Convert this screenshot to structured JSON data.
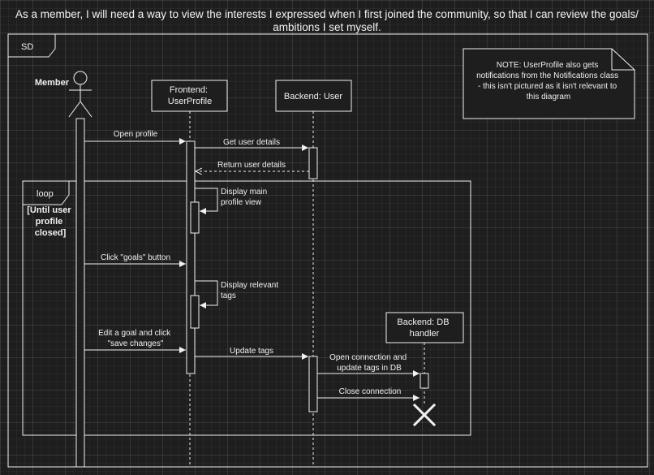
{
  "story": {
    "line1": "As a member, I will need a way to view the interests I expressed when I first joined the community, so that I can review the goals/",
    "line2": "ambitions I set myself."
  },
  "frame": {
    "label": "SD"
  },
  "actor": {
    "name": "Member"
  },
  "lifelines": {
    "frontend": {
      "line1": "Frontend:",
      "line2": "UserProfile"
    },
    "backend_user": {
      "label": "Backend: User"
    },
    "db_handler": {
      "line1": "Backend: DB",
      "line2": "handler"
    }
  },
  "note": {
    "line1": "NOTE: UserProfile also gets",
    "line2": "notifications from the Notifications class",
    "line3": "- this isn't pictured as it isn't relevant to",
    "line4": "this diagram"
  },
  "loop": {
    "label": "loop",
    "guard_line1": "[Until user",
    "guard_line2": "profile",
    "guard_line3": "closed]"
  },
  "messages": {
    "open_profile": "Open profile",
    "get_user_details": "Get user details",
    "return_user_details": "Return user details",
    "display_main_1": "Display main",
    "display_main_2": "profile view",
    "click_goals": "Click \"goals\" button",
    "display_relevant_1": "Display relevant",
    "display_relevant_2": "tags",
    "edit_goal_1": "Edit a goal and click",
    "edit_goal_2": "\"save changes\"",
    "update_tags": "Update tags",
    "open_conn_1": "Open connection and",
    "open_conn_2": "update tags in DB",
    "close_connection": "Close connection"
  },
  "colors": {
    "stroke": "#f0f0f0",
    "background": "#1e1e1e"
  }
}
